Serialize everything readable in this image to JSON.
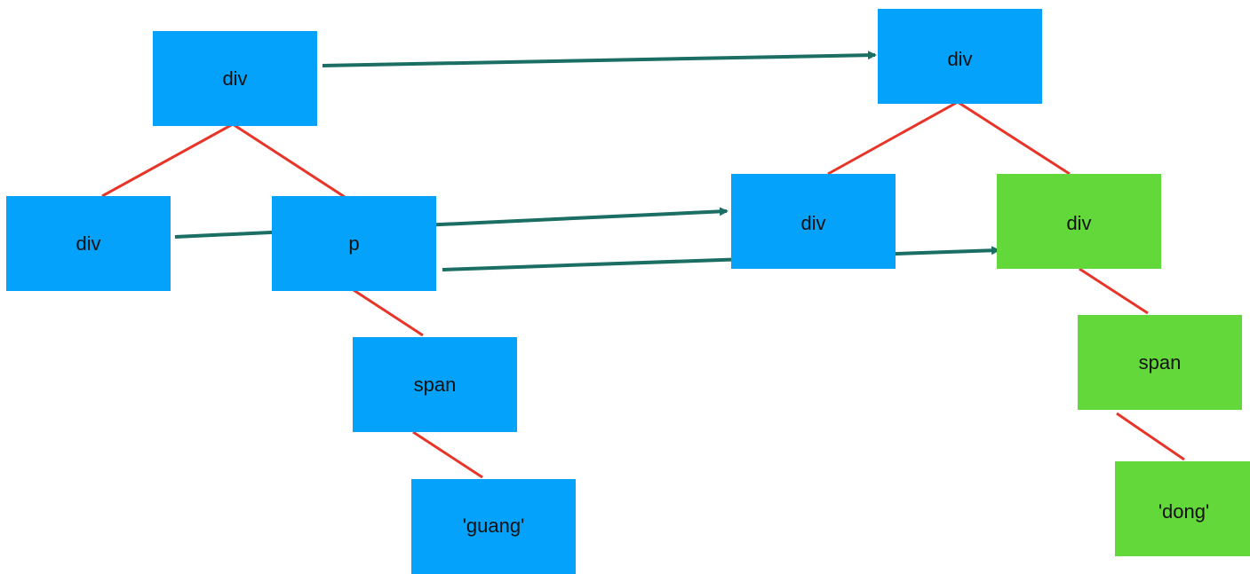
{
  "colors": {
    "old_node": "#04a2fb",
    "new_node": "#63d83a",
    "edge": "#e8352a",
    "arrow": "#1a6e63"
  },
  "old_tree": {
    "root": "div",
    "child_left": "div",
    "child_right": "p",
    "grandchild": "span",
    "leaf": "'guang'"
  },
  "new_tree": {
    "root": "div",
    "child_left": "div",
    "child_right": "div",
    "grandchild": "span",
    "leaf": "'dong'"
  }
}
